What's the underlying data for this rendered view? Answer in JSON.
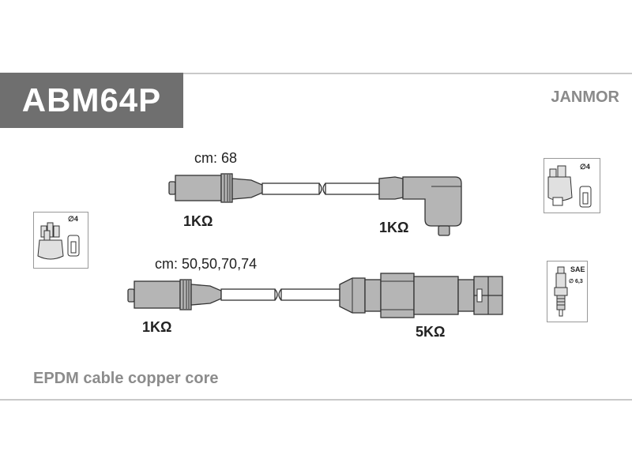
{
  "header": {
    "part_number": "ABM64P",
    "brand": "JANMOR"
  },
  "cable1": {
    "length_label": "cm: 68",
    "left_resistance": "1KΩ",
    "right_resistance": "1KΩ"
  },
  "cable2": {
    "length_label": "cm: 50,50,70,74",
    "left_resistance": "1KΩ",
    "right_resistance": "5KΩ"
  },
  "icons": {
    "distributor_left_label": "∅4",
    "coil_right_label": "∅4",
    "spark_plug_label_top": "SAE",
    "spark_plug_label_bottom": "∅ 6,3"
  },
  "footer": {
    "description": "EPDM cable copper core"
  },
  "colors": {
    "header_bg": "#6f6f6f",
    "component_fill": "#b5b5b5",
    "line": "#3a3a3a"
  }
}
